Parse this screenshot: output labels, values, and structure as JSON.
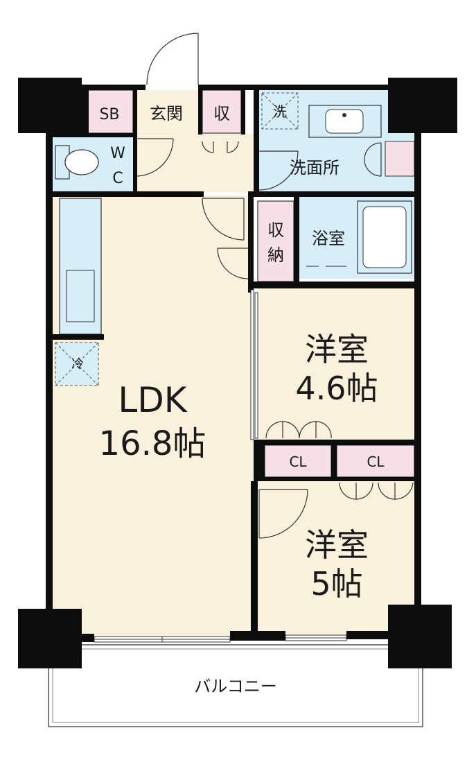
{
  "rooms": {
    "ldk": {
      "name": "LDK",
      "size": "16.8帖"
    },
    "western_room_1": {
      "name": "洋室",
      "size": "4.6帖"
    },
    "western_room_2": {
      "name": "洋室",
      "size": "5帖"
    },
    "bathroom": "浴室",
    "washroom": "洗面所",
    "entrance": "玄関",
    "shoe_box": "SB",
    "toilet_w": "W",
    "toilet_c": "C",
    "storage_small": "収",
    "storage_top": "収",
    "storage_bottom": "納",
    "closet_1": "CL",
    "closet_2": "CL",
    "washer_space": "洗",
    "fridge_space": "冷",
    "balcony": "バルコニー"
  },
  "colors": {
    "wall": "#0d0d0d",
    "floor": "#faf1dc",
    "wet_area": "#d6eef8",
    "storage": "#f7dfe8",
    "balcony": "#ffffff"
  }
}
